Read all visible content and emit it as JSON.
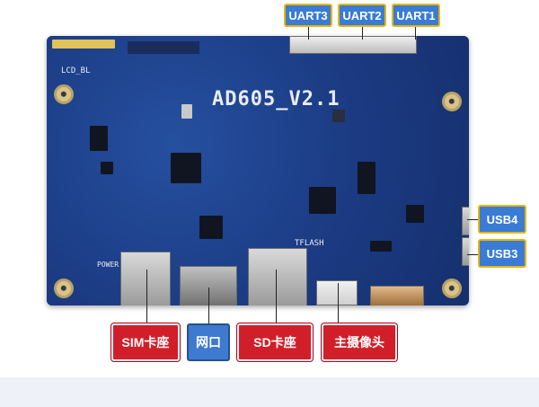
{
  "board": {
    "label": "AD605_V2.1",
    "silk_lcd": "LCD_BL",
    "silk_tflash": "TFLASH",
    "silk_power": "POWER"
  },
  "callouts": {
    "uart3": "UART3",
    "uart2": "UART2",
    "uart1": "UART1",
    "usb4": "USB4",
    "usb3": "USB3",
    "sim": "SIM卡座",
    "lan": "网口",
    "sd": "SD卡座",
    "camera": "主摄像头"
  },
  "colors": {
    "pcb": "#1d3f8a",
    "tag_blue": "#3a7bd5",
    "tag_red": "#d11f2a",
    "tag_border_gold": "#e7b600"
  }
}
